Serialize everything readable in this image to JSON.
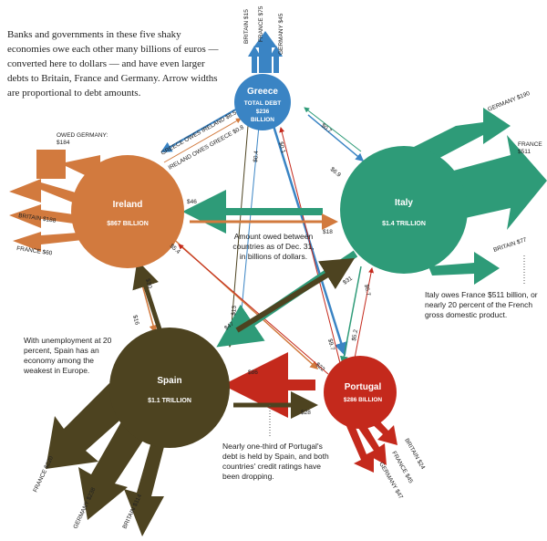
{
  "intro": "Banks and governments in these five shaky economies owe each other many billions of euros — converted here to dollars — and have even larger debts to Britain, France and Germany. Arrow widths are proportional to debt amounts.",
  "notes": {
    "amount_owed": "Amount owed between countries as of Dec. 31, in billions of dollars.",
    "spain_unemployment": "With unemployment at 20 percent, Spain has an economy among the weakest in Europe.",
    "italy_france": "Italy owes France $511 billion, or nearly 20 percent of the French gross domestic product.",
    "portugal_spain": "Nearly one-third of Portugal's debt is held by Spain, and both countries' credit ratings have been dropping."
  },
  "countries": {
    "greece": {
      "name": "Greece",
      "subtitle": "TOTAL DEBT",
      "value": "$236",
      "value2": "BILLION",
      "color": "#3a84c4"
    },
    "ireland": {
      "name": "Ireland",
      "value": "$867 BILLION",
      "color": "#d27a3e"
    },
    "italy": {
      "name": "Italy",
      "value": "$1.4 TRILLION",
      "color": "#2e9b78"
    },
    "spain": {
      "name": "Spain",
      "value": "$1.1 TRILLION",
      "color": "#4d4320"
    },
    "portugal": {
      "name": "Portugal",
      "value": "$286 BILLION",
      "color": "#c4291c"
    }
  },
  "labels": {
    "greece_britain": "BRITAIN $15",
    "greece_france": "FRANCE $75",
    "greece_germany": "GERMANY $45",
    "greece_owes_ireland": "GREECE OWES IRELAND $8.5",
    "ireland_owes_greece": "IRELAND OWES GREECE $0.8",
    "ireland_owed_germany": "OWED GERMANY: $184",
    "ireland_britain": "BRITAIN $188",
    "ireland_france": "FRANCE $60",
    "italy_germany": "GERMANY $190",
    "italy_france": "FRANCE $511",
    "italy_britain": "BRITAIN $77",
    "spain_france": "FRANCE $220",
    "spain_germany": "GERMANY $238",
    "spain_britain": "BRITAIN $114",
    "portugal_britain": "BRITAIN $24",
    "portugal_france": "FRANCE $45",
    "portugal_germany": "GERMANY $47",
    "v_46": "$46",
    "v_18": "$18",
    "v_07": "$0.7",
    "v_69": "$6.9",
    "v_04": "$0.4",
    "v_01": "$0.1",
    "v_54": "$5.4",
    "v_30": "$30",
    "v_16": "$16",
    "v_13": "$13",
    "v_31": "$31",
    "v_47": "$47",
    "v_22": "$22",
    "v_97": "$9.7",
    "v_52": "$5.2",
    "v_67": "$6.7",
    "v_86": "$86",
    "v_28": "$28"
  }
}
